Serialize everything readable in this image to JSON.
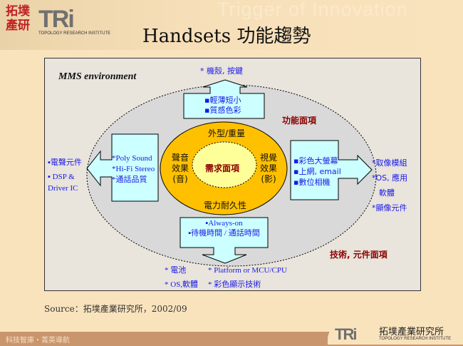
{
  "header": {
    "logo_cn": "拓墣產研",
    "logo_tri": "TRi",
    "logo_sub": "TOPOLOGY RESEARCH INSTITUTE",
    "tagline": "Trigger of Innovation",
    "title": "Handsets 功能趨勢"
  },
  "diagram": {
    "env_label": "MMS  environment",
    "func_label": "功能面項",
    "tech_label": "技術, 元件面項",
    "core": "需求面項",
    "ring_top": "外型/重量",
    "ring_bottom": "電力耐久性",
    "ring_left": [
      "聲音",
      "效果",
      "(音)"
    ],
    "ring_right": [
      "視覺",
      "效果",
      "(影)"
    ],
    "top_box": [
      "▪輕薄短小",
      "▪質感色彩"
    ],
    "top_out": "* 機殼, 按鍵",
    "left_box": [
      "*Poly Sound",
      "*Hi-Fi Stereo",
      "*通話品質"
    ],
    "left_out": [
      "▪電聲元件",
      "▪ DSP &",
      "Driver IC"
    ],
    "right_box": [
      "▪彩色大螢幕",
      "▪上網, email",
      "▪數位相機"
    ],
    "right_out": [
      "*取像模組",
      "*OS, 應用",
      "軟體",
      "*顯像元件"
    ],
    "bottom_box": [
      "▪Always-on",
      "▪待機時間 / 通話時間"
    ],
    "bottom_out": [
      "* 電池",
      "* Platform or MCU/CPU",
      "* OS,軟體",
      "* 彩色顯示技術"
    ],
    "colors": {
      "outer": "#d9d9d9",
      "ring": "#ffc000",
      "core": "#ffff99",
      "box": "#ccffff",
      "text": "#1a1ae6",
      "label": "#8b0000"
    }
  },
  "source": "Source：拓墣產業研究所，2002/09",
  "footer": {
    "slogan": "科技智庫・菁英導航",
    "logo_tri": "TRi",
    "logo_cn": "拓墣產業研究所",
    "logo_sub": "TOPOLOGY RESEARCH INSTITUTE"
  }
}
